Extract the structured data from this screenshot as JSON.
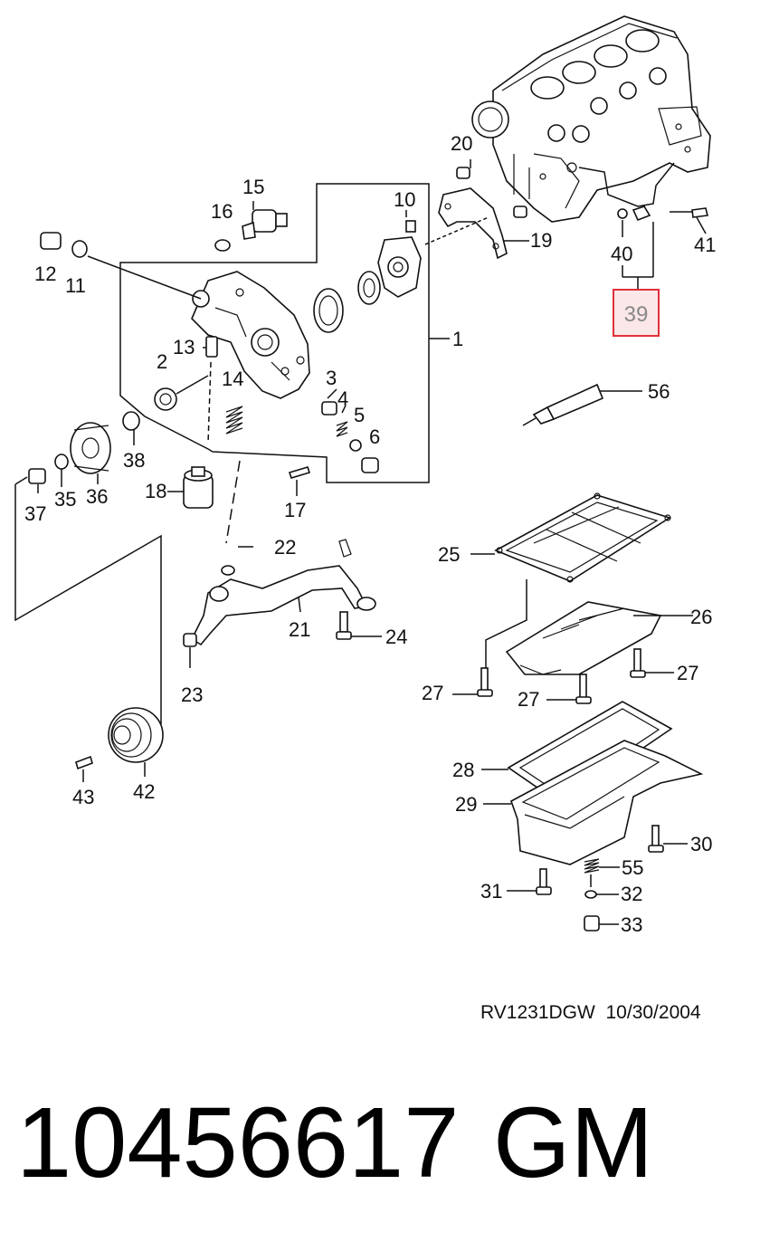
{
  "diagram": {
    "part_labels": {
      "l1": "1",
      "l2": "2",
      "l3": "3",
      "l4": "4",
      "l5": "5",
      "l6": "6",
      "l10": "10",
      "l11": "11",
      "l12": "12",
      "l13": "13",
      "l14": "14",
      "l15": "15",
      "l16": "16",
      "l17": "17",
      "l18": "18",
      "l19": "19",
      "l20": "20",
      "l21": "21",
      "l22": "22",
      "l23": "23",
      "l24": "24",
      "l25": "25",
      "l26": "26",
      "l27a": "27",
      "l27b": "27",
      "l27c": "27",
      "l28": "28",
      "l29": "29",
      "l30": "30",
      "l31": "31",
      "l32": "32",
      "l33": "33",
      "l35": "35",
      "l36": "36",
      "l37": "37",
      "l38": "38",
      "l40": "40",
      "l41": "41",
      "l42": "42",
      "l43": "43",
      "l55": "55",
      "l56": "56"
    },
    "highlighted_part": "39",
    "highlight_color": "#e0303a",
    "highlight_fill": "#fbe6e8",
    "reference": "RV1231DGW  10/30/2004"
  },
  "footer": {
    "part_number": "10456617",
    "brand": "GM"
  }
}
